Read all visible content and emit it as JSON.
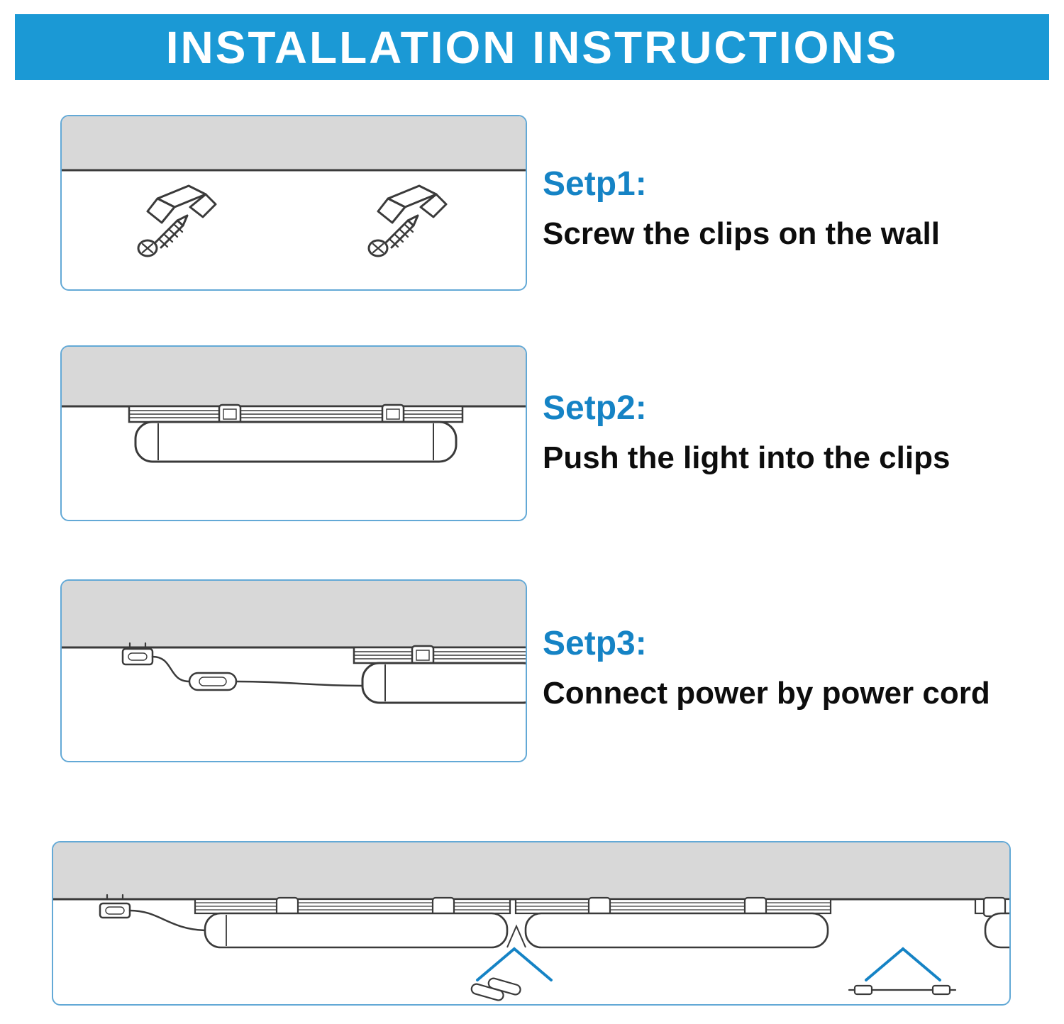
{
  "header": {
    "title": "INSTALLATION INSTRUCTIONS"
  },
  "steps": [
    {
      "label": "Setp1:",
      "description": "Screw the clips on the wall"
    },
    {
      "label": "Setp2:",
      "description": "Push the light into the clips"
    },
    {
      "label": "Setp3:",
      "description": "Connect power by power cord"
    }
  ],
  "icons": {
    "clip": "mounting-clip",
    "screw": "screw",
    "light": "led-light-fixture",
    "plug": "power-cord-plug",
    "connector_pins": "seamless-connector-pins",
    "connector_cable": "connector-cable",
    "chevron": "chevron-up-arrow"
  },
  "colors": {
    "header_bg": "#1b99d5",
    "header_text": "#ffffff",
    "step_label": "#1583c5",
    "box_border": "#63a9d6",
    "wall_fill": "#d8d8d8",
    "line": "#3a3a3a",
    "accent": "#1583c5"
  }
}
